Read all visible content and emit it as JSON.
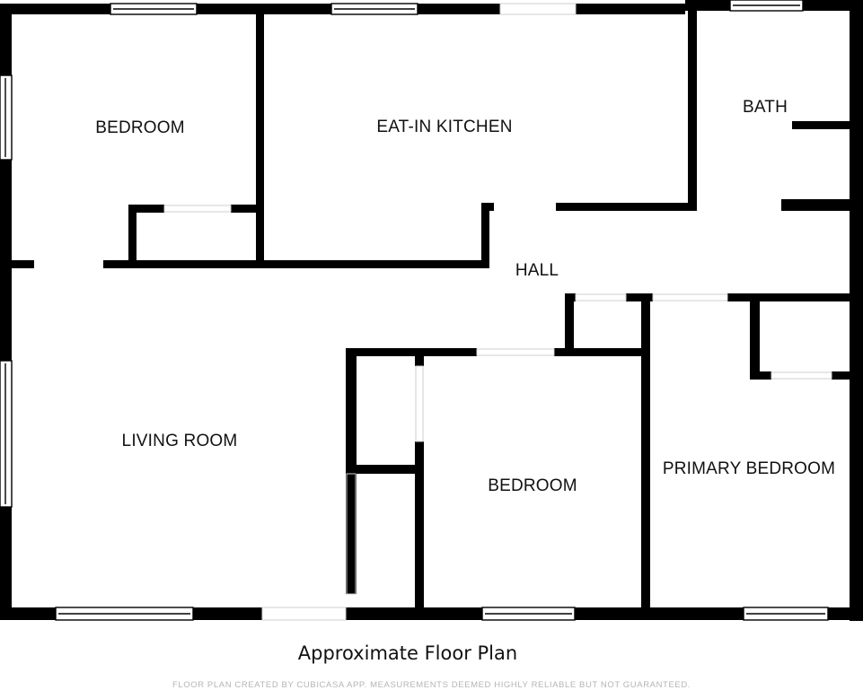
{
  "rooms": {
    "bedroom_1": "BEDROOM",
    "kitchen": "EAT-IN KITCHEN",
    "bath": "BATH",
    "hall": "HALL",
    "living_room": "LIVING ROOM",
    "bedroom_2": "BEDROOM",
    "primary_bedroom": "PRIMARY BEDROOM"
  },
  "caption": "Approximate Floor Plan",
  "credit": "FLOOR PLAN CREATED BY CUBICASA APP. MEASUREMENTS DEEMED HIGHLY RELIABLE BUT NOT GUARANTEED.",
  "colors": {
    "wall": "#000000",
    "window": "#888888",
    "door_gap": "#ffffff",
    "credit_text": "#b5b5b5"
  }
}
